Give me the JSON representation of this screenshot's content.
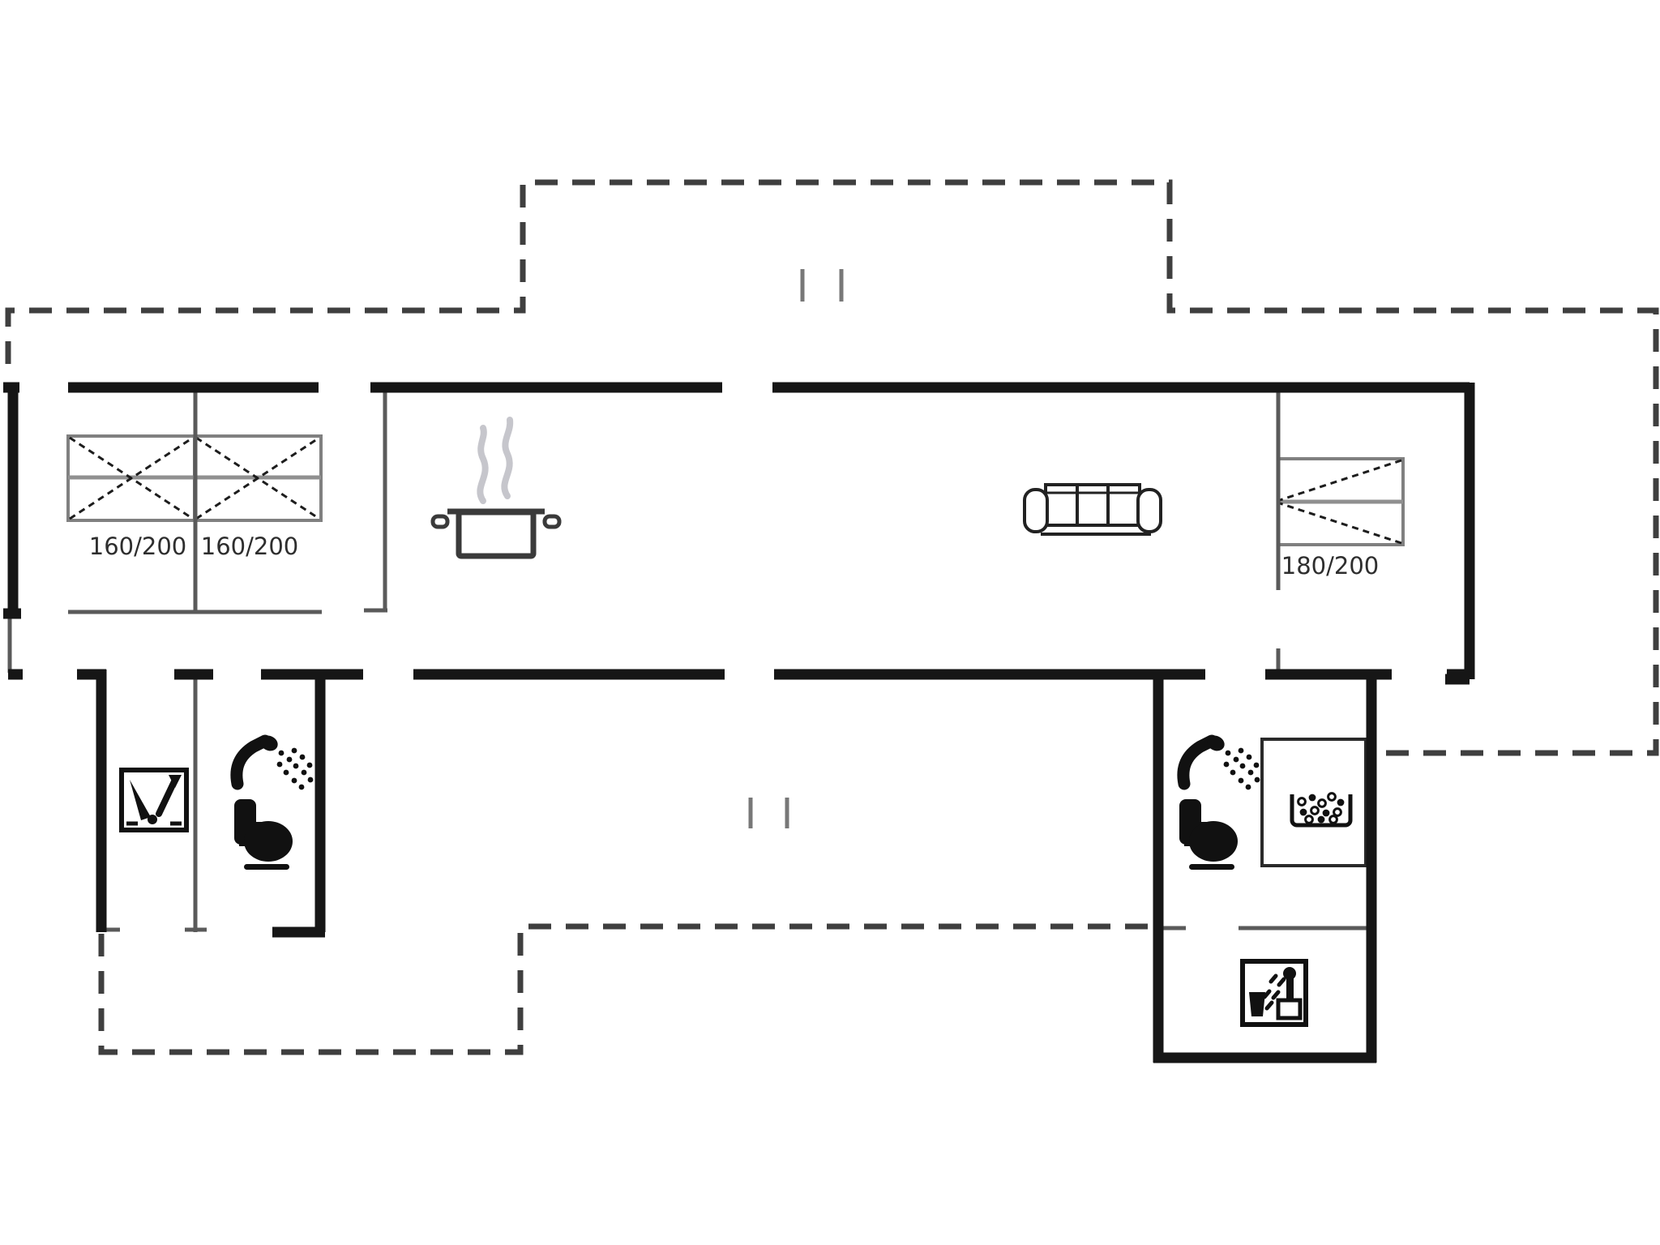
{
  "plan": {
    "type": "holiday-house-floor-plan",
    "colors": {
      "background": "#ffffff",
      "wall": "#161616",
      "thin_wall": "#5a5a5a",
      "dashed_outline": "#3f3f3f",
      "furniture_line": "#7d7d7d",
      "furniture_dark": "#1d1d1d",
      "steam": "#c6c6cc",
      "icon_black": "#111111"
    },
    "labels": {
      "bed_double_left_a": "160/200",
      "bed_double_left_b": "160/200",
      "bed_double_right": "180/200"
    },
    "icons": [
      "double-bed-icon",
      "double-bed-icon",
      "double-bed-icon",
      "cooking-pot-icon",
      "sofa-icon",
      "washbasin-icon",
      "shower-icon",
      "toilet-icon",
      "shower-icon",
      "toilet-icon",
      "whirlpool-bubbles-icon",
      "sauna-icon"
    ]
  }
}
